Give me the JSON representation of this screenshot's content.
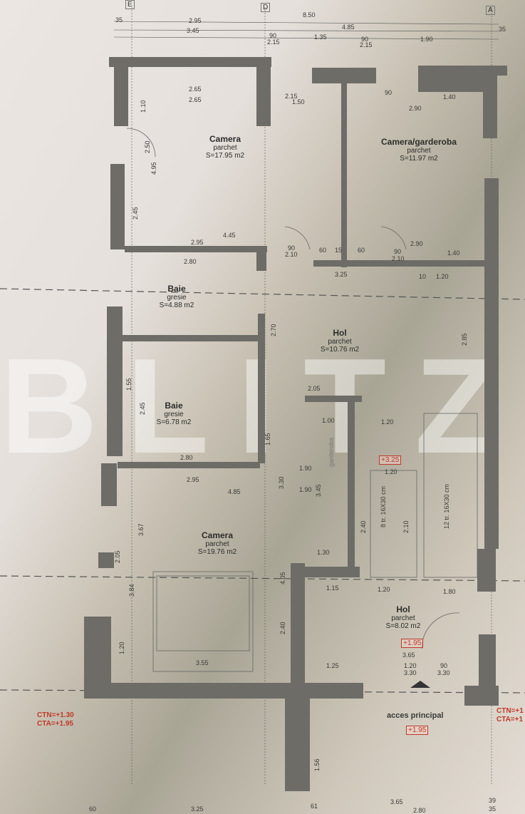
{
  "axes": [
    "E",
    "D",
    "A"
  ],
  "rooms": [
    {
      "name": "Camera",
      "floor": "parchet",
      "area": "S=17.95 m2"
    },
    {
      "name": "Camera/garderoba",
      "floor": "parchet",
      "area": "S=11.97 m2"
    },
    {
      "name": "Baie",
      "floor": "gresie",
      "area": "S=4.88 m2"
    },
    {
      "name": "Hol",
      "floor": "parchet",
      "area": "S=10.76 m2"
    },
    {
      "name": "Baie",
      "floor": "gresie",
      "area": "S=6.78 m2"
    },
    {
      "name": "Camera",
      "floor": "parchet",
      "area": "S=19.76 m2"
    },
    {
      "name": "Hol",
      "floor": "parchet",
      "area": "S=8.02 m2"
    }
  ],
  "top_dims": [
    "35",
    "2.95",
    "3.45",
    "8.50",
    "4.85",
    "90",
    "2.15",
    "1.35",
    "90",
    "2.15",
    "1.90",
    "35"
  ],
  "dims": [
    "2.65",
    "2.65",
    "1.10",
    "2.50",
    "4.95",
    "2.45",
    "4.45",
    "2.95",
    "2.80",
    "90",
    "2.10",
    "60",
    "15",
    "60",
    "3.25",
    "90",
    "2.10",
    "2.90",
    "1.40",
    "10",
    "1.20",
    "2.05",
    "2.70",
    "2.85",
    "1.00",
    "1.20",
    "1.65",
    "1.55",
    "2.45",
    "2.80",
    "1.90",
    "1.20",
    "2.95",
    "4.85",
    "3.30",
    "1.90",
    "3.45",
    "2.40",
    "2.10",
    "1.30",
    "4.05",
    "3.67",
    "3.84",
    "1.20",
    "3.55",
    "1.25",
    "1.15",
    "1.20",
    "1.80",
    "2.40",
    "3.65",
    "1.20",
    "3.30",
    "90",
    "3.30",
    "1.56",
    "3.65",
    "60",
    "3.25",
    "61",
    "2.80",
    "39",
    "35",
    "2.05",
    "1.50",
    "2.15",
    "90",
    "1.40",
    "2.90"
  ],
  "stairs": [
    "8 tr. 16X30 cm",
    "12 tr. 16X30 cm"
  ],
  "levels": [
    "+3.25",
    "+1.95",
    "+1.95"
  ],
  "ctn_left": [
    "CTN=+1.30",
    "CTA=+1.95"
  ],
  "ctn_right": [
    "CTN=+1",
    "CTA=+1"
  ],
  "entrance": "acces principal",
  "closet": "garderoba",
  "watermark": "BLITZ"
}
